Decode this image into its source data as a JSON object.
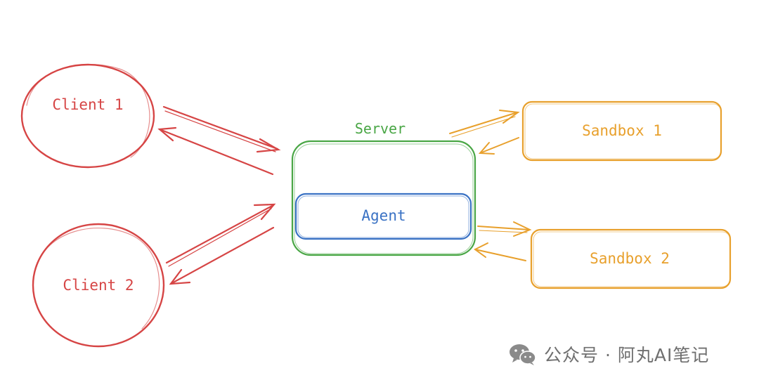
{
  "diagram": {
    "nodes": {
      "client1": {
        "label": "Client 1"
      },
      "client2": {
        "label": "Client 2"
      },
      "server": {
        "label": "Server"
      },
      "agent": {
        "label": "Agent"
      },
      "sandbox1": {
        "label": "Sandbox 1"
      },
      "sandbox2": {
        "label": "Sandbox 2"
      }
    },
    "edges": [
      {
        "from": "client1",
        "to": "server"
      },
      {
        "from": "server",
        "to": "client1"
      },
      {
        "from": "client2",
        "to": "server"
      },
      {
        "from": "server",
        "to": "client2"
      },
      {
        "from": "server",
        "to": "sandbox1"
      },
      {
        "from": "sandbox1",
        "to": "server"
      },
      {
        "from": "server",
        "to": "sandbox2"
      },
      {
        "from": "sandbox2",
        "to": "server"
      }
    ],
    "colors": {
      "client": "#d64545",
      "server": "#49a645",
      "agent": "#3a72c4",
      "sandbox": "#e8a02c"
    }
  },
  "watermark": {
    "icon": "wechat-icon",
    "text": "公众号 · 阿丸AI笔记"
  }
}
